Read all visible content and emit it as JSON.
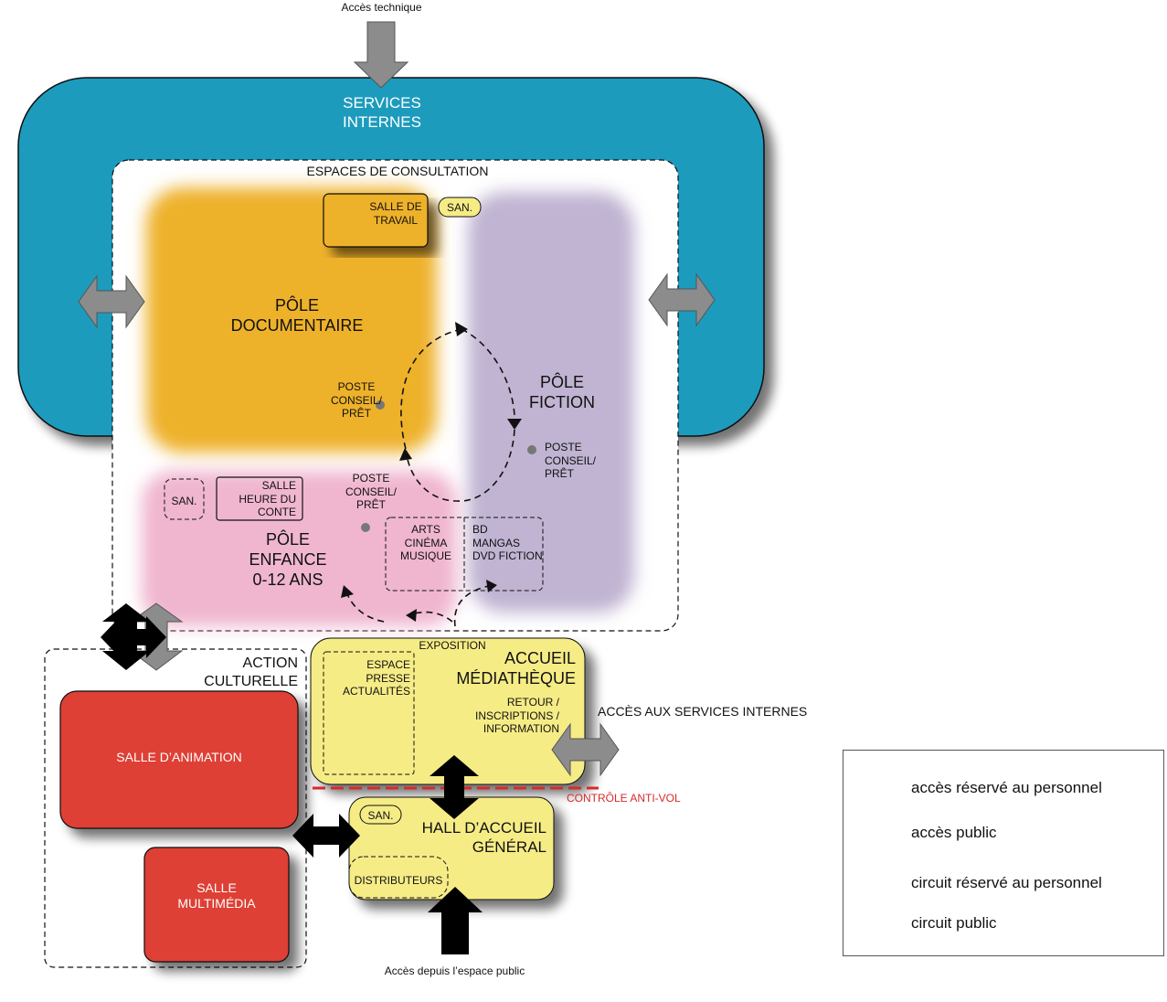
{
  "labels": {
    "acces_technique": "Accès technique",
    "services_internes": "SERVICES\nINTERNES",
    "espaces_consultation": "ESPACES DE CONSULTATION",
    "salle_travail": "SALLE DE\nTRAVAIL",
    "san_top": "SAN.",
    "pole_documentaire": "PÔLE\nDOCUMENTAIRE",
    "pole_fiction": "PÔLE\nFICTION",
    "poste_doc": "POSTE\nCONSEIL/\nPRÊT",
    "poste_fiction": "POSTE\nCONSEIL/\nPRÊT",
    "poste_enfance": "POSTE\nCONSEIL/\nPRÊT",
    "san_enfance": "SAN.",
    "salle_heure_conte": "SALLE\nHEURE DU\nCONTE",
    "pole_enfance": "PÔLE\nENFANCE\n0-12 ANS",
    "arts": "ARTS\nCINÉMA\nMUSIQUE",
    "bd": "BD\nMANGAS\nDVD FICTION",
    "action_culturelle": "ACTION\nCULTURELLE",
    "exposition": "EXPOSITION",
    "accueil_mediatheque": "ACCUEIL\nMÉDIATHÈQUE",
    "espace_presse": "ESPACE\nPRESSE\nACTUALITÉS",
    "retour": "RETOUR /\nINSCRIPTIONS /\nINFORMATION",
    "acces_services_internes": "ACCÈS AUX SERVICES INTERNES",
    "controle_antivol": "CONTRÔLE ANTI-VOL",
    "salle_animation": "SALLE D’ANIMATION",
    "salle_multimedia": "SALLE\nMULTIMÉDIA",
    "san_hall": "SAN.",
    "hall_accueil": "HALL D’ACCUEIL\nGÉNÉRAL",
    "distributeurs": "DISTRIBUTEURS",
    "acces_public_space": "Accès depuis l’espace public"
  },
  "legend": [
    {
      "icon": "grey-up-arrow-icon",
      "label": "accès réservé au personnel"
    },
    {
      "icon": "black-up-arrow-icon",
      "label": "accès public"
    },
    {
      "icon": "grey-double-arrow-icon",
      "label": "circuit réservé au personnel"
    },
    {
      "icon": "black-double-arrow-icon",
      "label": "circuit public"
    }
  ],
  "colors": {
    "services_internes": "#1e9bbd",
    "pole_documentaire": "#eeb12a",
    "pole_fiction": "#c0b4d2",
    "pole_enfance": "#f0b6cf",
    "accueil": "#f6ec86",
    "salles": "#de4136",
    "staff_arrow": "#8c8c8c",
    "public_arrow": "#000000",
    "antivol": "#d42b2b"
  }
}
